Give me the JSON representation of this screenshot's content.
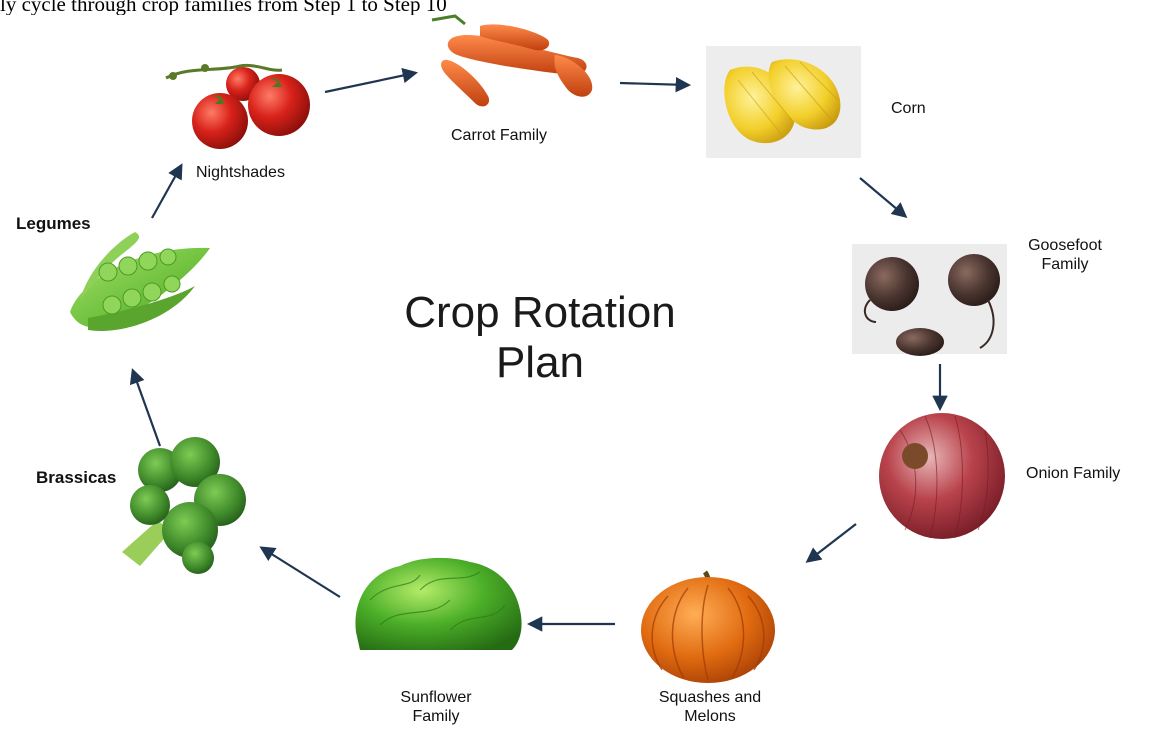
{
  "top_text": "ly cycle through crop families from Step 1 to Step 10",
  "diagram": {
    "title_line1": "Crop Rotation",
    "title_line2": "Plan",
    "nodes": {
      "nightshades": "Nightshades",
      "carrot_family": "Carrot Family",
      "corn": "Corn",
      "goosefoot_line1": "Goosefoot",
      "goosefoot_line2": "Family",
      "onion_family": "Onion Family",
      "squashes_line1": "Squashes and",
      "squashes_line2": "Melons",
      "sunflower_line1": "Sunflower",
      "sunflower_line2": "Family",
      "brassicas": "Brassicas",
      "legumes": "Legumes"
    },
    "colors": {
      "arrow": "#1f3550",
      "tomato": "#d8221a",
      "carrot": "#e8571f",
      "corn": "#f2cf2a",
      "beet": "#4a3530",
      "onion": "#9a2a33",
      "pumpkin": "#e06a10",
      "lettuce": "#4caf28",
      "broccoli": "#3f8a2a",
      "pea": "#6abf3a"
    }
  }
}
